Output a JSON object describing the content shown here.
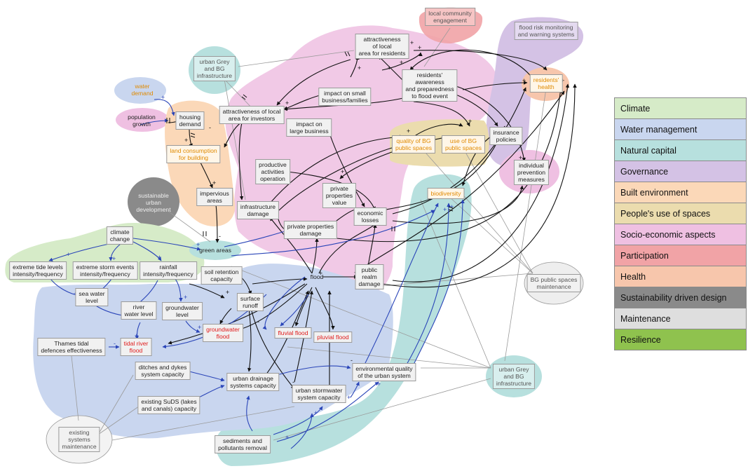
{
  "legend": [
    {
      "label": "Climate",
      "color": "#d6ebc8"
    },
    {
      "label": "Water management",
      "color": "#c9d6ef"
    },
    {
      "label": "Natural capital",
      "color": "#b7e0de"
    },
    {
      "label": "Governance",
      "color": "#d4c2e5"
    },
    {
      "label": "Built environment",
      "color": "#fbd8b8"
    },
    {
      "label": "People's use of spaces",
      "color": "#ebdcae"
    },
    {
      "label": "Socio-economic aspects",
      "color": "#efc0e2"
    },
    {
      "label": "Participation",
      "color": "#f1a3a6"
    },
    {
      "label": "Health",
      "color": "#f7c6ac"
    },
    {
      "label": "Sustainability driven design",
      "color": "#8a8a8a"
    },
    {
      "label": "Maintenance",
      "color": "#dedede"
    },
    {
      "label": "Resilience",
      "color": "#8fc24e"
    }
  ],
  "nodes": {
    "local_community_engagement": "local community\nengagement",
    "flood_risk_monitoring": "flood risk monitoring\nand warning systems",
    "attractiveness_residents": "attractiveness\nof local\narea for residents",
    "urban_grey_bg_top": "urban Grey\nand BG\ninfrastructure",
    "water_demand": "water\ndemand",
    "residents_awareness": "residents'\nawareness\nand preparedness\nto flood event",
    "residents_health": "residents'\nhealth",
    "impact_small_business": "impact on small\nbusiness/families",
    "population_growth": "population\ngrowth",
    "housing_demand": "housing\ndemand",
    "attractiveness_investors": "attractiveness of local\narea for investors",
    "impact_large_business": "impact on\nlarge business",
    "quality_bg": "quality of BG\npublic spaces",
    "use_bg": "use of BG\npublic spaces",
    "insurance_policies": "insurance\npolicies",
    "land_consumption": "land consumption\nfor building",
    "productive_activities": "productive\nactivities\noperation",
    "individual_prevention": "individual\nprevention\nmeasures",
    "impervious_areas": "impervious\nareas",
    "sustainable_urban_dev": "sustainable\nurban\ndevelopment",
    "private_properties_value": "private\nproperties\nvalue",
    "biodiversity": "biodiversity",
    "infrastructure_damage": "infrastructure\ndamage",
    "economic_losses": "economic\nlosses",
    "private_properties_damage": "private properties\ndamage",
    "climate_change": "climate\nchange",
    "green_areas": "green areas",
    "extreme_tide": "extreme tide levels\nintensity/frequency",
    "extreme_storm": "extreme storm events\nintensity/frequency",
    "rainfall": "rainfall\nintensity/frequency",
    "soil_retention": "soil retention\ncapacity",
    "flood": "flood",
    "public_realm_damage": "public\nrealm\ndamage",
    "bg_public_spaces_maint": "BG public spaces\nmaintenance",
    "sea_water_level": "sea water\nlevel",
    "surface_runoff": "surface\nrunoff",
    "river_water_level": "river\nwater level",
    "groundwater_level": "groundwater\nlevel",
    "groundwater_flood": "groundwater\nflood",
    "fluvial_flood": "fluvial flood",
    "pluvial_flood": "pluvial flood",
    "thames_tidal": "Thames tidal\ndefences effectiveness",
    "tidal_river_flood": "tidal river\nflood",
    "ditches_dykes": "ditches and dykes\nsystem capacity",
    "urban_drainage": "urban drainage\nsystems capacity",
    "env_quality": "environmental quality\nof the urban system",
    "urban_grey_bg_bottom": "urban Grey\nand BG\ninfrastructure",
    "existing_suds": "existing SuDS (lakes\nand canals) capacity",
    "urban_stormwater": "urban stormwater\nsystem capacity",
    "existing_systems_maint": "existing\nsystems\nmaintenance",
    "sediments_pollutants": "sediments and\npollutants removal"
  }
}
